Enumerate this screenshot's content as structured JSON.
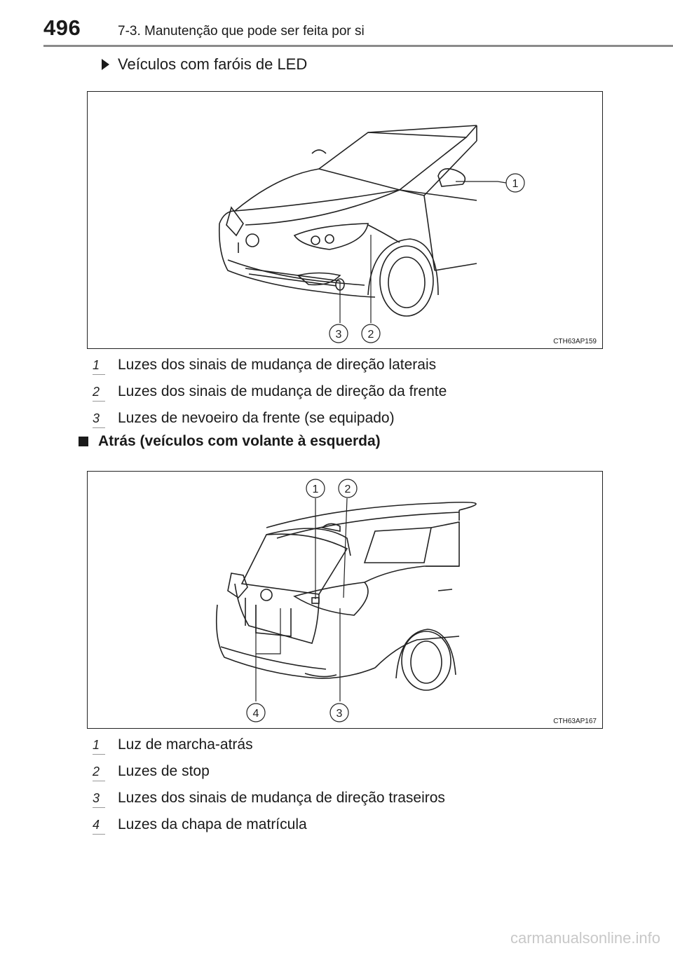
{
  "header": {
    "page_number": "496",
    "section_title": "7-3. Manutenção que pode ser feita por si"
  },
  "front_section": {
    "subheading": "Veículos com faróis de LED",
    "figure_code": "CTH63AP159",
    "callouts": [
      "1",
      "2",
      "3"
    ],
    "items": [
      {
        "num": "1",
        "text": "Luzes dos sinais de mudança de direção laterais"
      },
      {
        "num": "2",
        "text": "Luzes dos sinais de mudança de direção da frente"
      },
      {
        "num": "3",
        "text": "Luzes de nevoeiro da frente (se equipado)"
      }
    ]
  },
  "rear_section": {
    "heading": "Atrás (veículos com volante à esquerda)",
    "figure_code": "CTH63AP167",
    "callouts": [
      "1",
      "2",
      "3",
      "4"
    ],
    "items": [
      {
        "num": "1",
        "text": "Luz de marcha-atrás"
      },
      {
        "num": "2",
        "text": "Luzes de stop"
      },
      {
        "num": "3",
        "text": "Luzes dos sinais de mudança de direção traseiros"
      },
      {
        "num": "4",
        "text": "Luzes da chapa de matrícula"
      }
    ]
  },
  "watermark": "carmanualsonline.info"
}
